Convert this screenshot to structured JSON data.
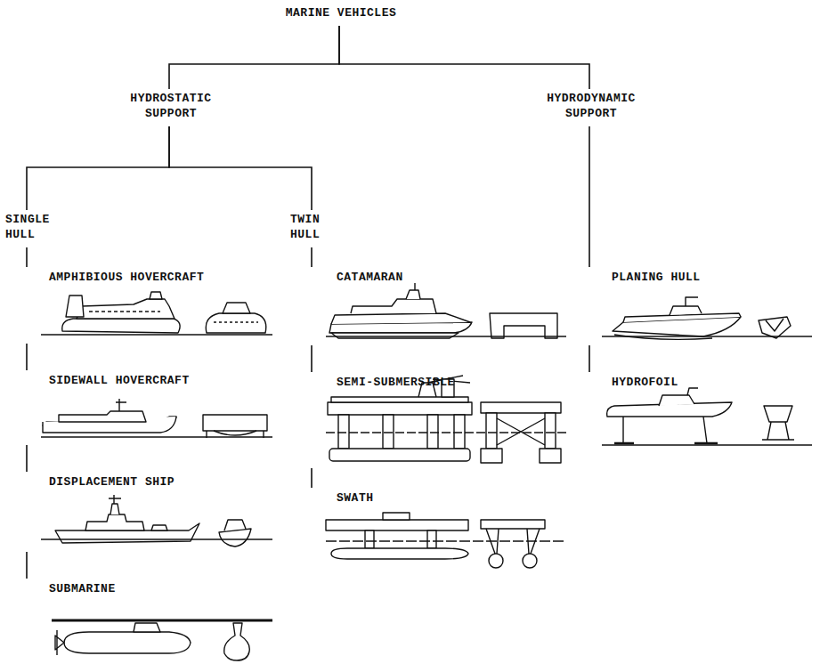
{
  "diagram": {
    "nodes": [
      {
        "text": [
          "MARINE VEHICLES"
        ]
      },
      {
        "text": [
          "HYDROSTATIC SUPPORT"
        ]
      },
      {
        "text": [
          "HYDRODYNAMIC SUPPORT"
        ]
      },
      {
        "text": [
          "SINGLE HULL"
        ]
      },
      {
        "text": [
          "TWIN HULL"
        ]
      },
      {
        "text": [
          "AMPHIBIOUS HOVERCRAFT"
        ]
      },
      {
        "text": [
          "SIDEWALL HOVERCRAFT"
        ]
      },
      {
        "text": [
          "DISPLACEMENT SHIP"
        ]
      },
      {
        "text": [
          "SUBMARINE"
        ]
      },
      {
        "text": [
          "CATAMARAN"
        ]
      },
      {
        "text": [
          "SEMI-SUBMERSIBLE"
        ]
      },
      {
        "text": [
          "SWATH"
        ]
      },
      {
        "text": [
          "PLANING HULL"
        ]
      },
      {
        "text": [
          "HYDROFOIL"
        ]
      }
    ],
    "edges": [
      {
        "from": 0,
        "to": 1,
        "arrow": "none"
      },
      {
        "from": 0,
        "to": 2,
        "arrow": "none"
      },
      {
        "from": 1,
        "to": 3,
        "arrow": "none"
      },
      {
        "from": 1,
        "to": 4,
        "arrow": "none"
      },
      {
        "from": 3,
        "to": 5,
        "arrow": "none"
      },
      {
        "from": 5,
        "to": 6,
        "arrow": "none"
      },
      {
        "from": 6,
        "to": 7,
        "arrow": "none"
      },
      {
        "from": 7,
        "to": 8,
        "arrow": "none"
      },
      {
        "from": 4,
        "to": 9,
        "arrow": "none"
      },
      {
        "from": 9,
        "to": 10,
        "arrow": "none"
      },
      {
        "from": 10,
        "to": 11,
        "arrow": "none"
      },
      {
        "from": 2,
        "to": 12,
        "arrow": "none"
      },
      {
        "from": 12,
        "to": 13,
        "arrow": "none"
      }
    ]
  }
}
